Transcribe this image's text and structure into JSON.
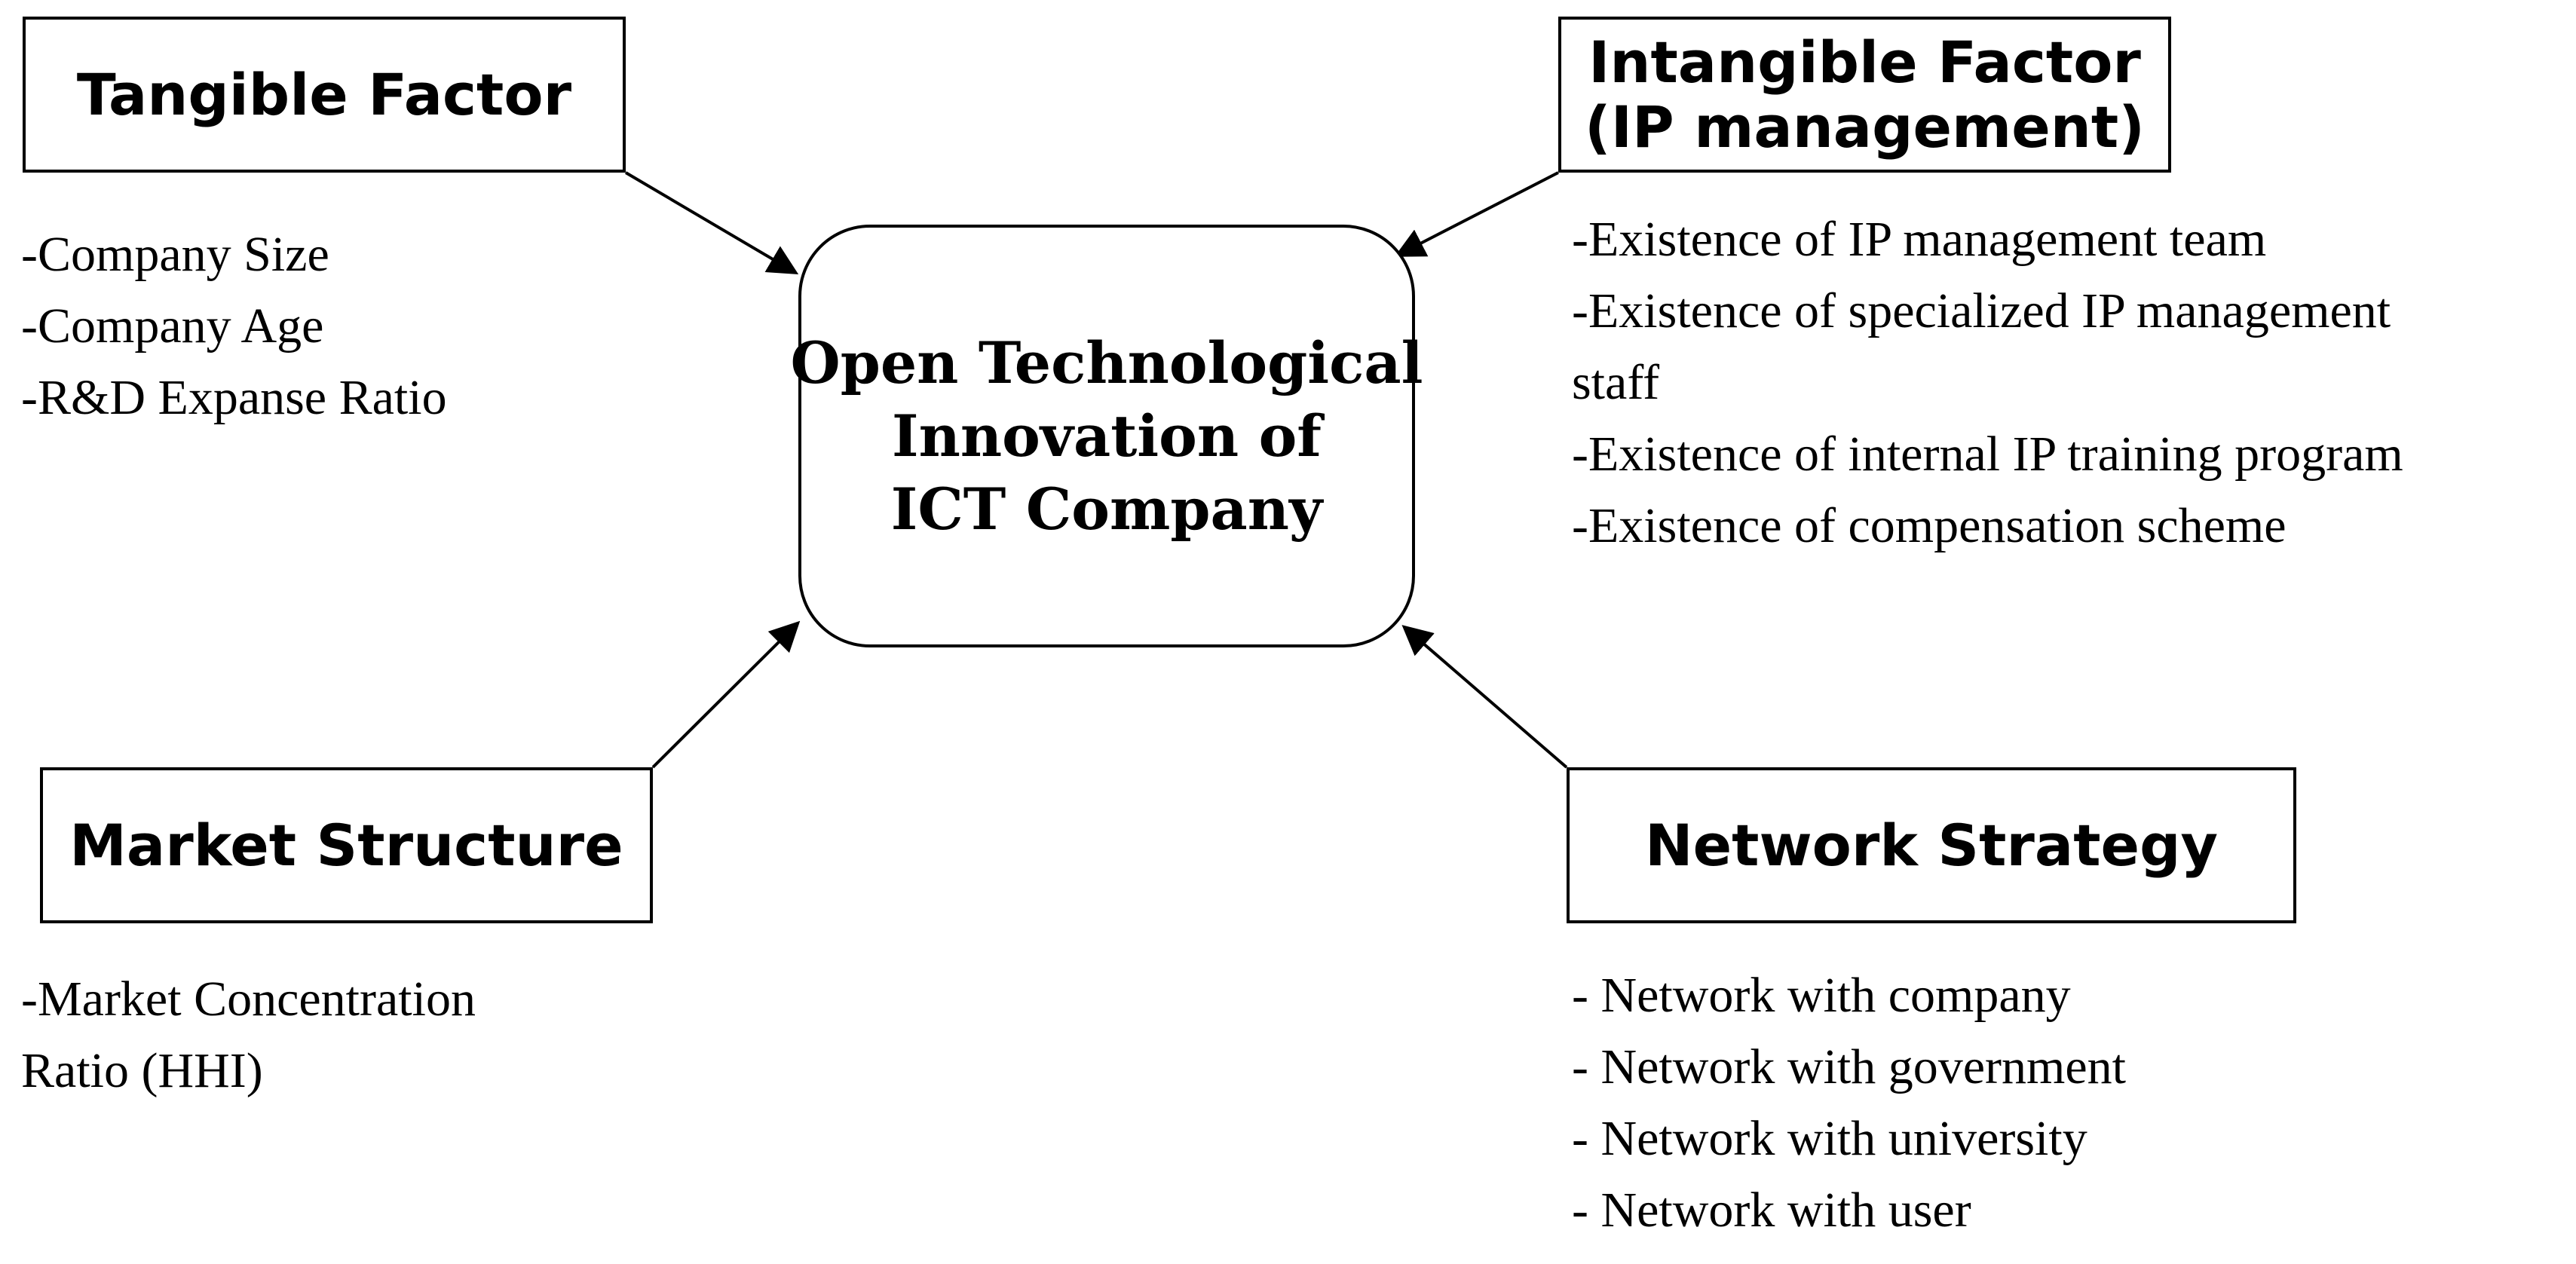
{
  "center": {
    "lines": [
      "Open Technological",
      "Innovation of",
      "ICT Company"
    ]
  },
  "tangible": {
    "title": "Tangible Factor",
    "items": [
      "-Company Size",
      "-Company Age",
      "-R&D Expanse Ratio"
    ]
  },
  "intangible": {
    "title_lines": [
      "Intangible Factor",
      "(IP management)"
    ],
    "items": [
      "-Existence of IP management  team",
      "-Existence of specialized IP management",
      "staff",
      "-Existence of internal IP training program",
      "-Existence of compensation  scheme"
    ]
  },
  "market": {
    "title": "Market Structure",
    "items": [
      "-Market Concentration",
      "Ratio (HHI)"
    ]
  },
  "network": {
    "title": "Network Strategy",
    "items": [
      "- Network with company",
      "- Network with government",
      "- Network with university",
      "- Network with user"
    ]
  },
  "colors": {
    "stroke": "#000000",
    "background": "#ffffff"
  }
}
